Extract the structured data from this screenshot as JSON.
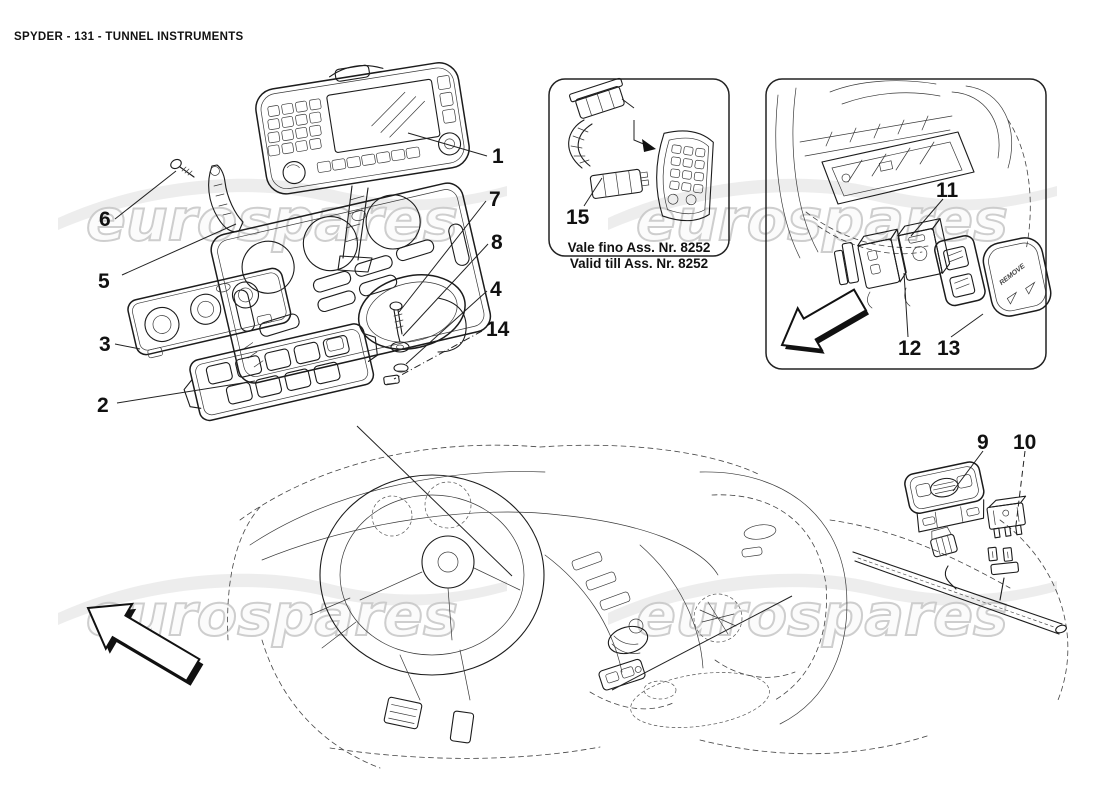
{
  "title": "SPYDER - 131 - TUNNEL INSTRUMENTS",
  "watermark": {
    "text": "eurospares"
  },
  "callouts": {
    "n1": "1",
    "n2": "2",
    "n3": "3",
    "n4": "4",
    "n5": "5",
    "n6": "6",
    "n7": "7",
    "n8": "8",
    "n9": "9",
    "n10": "10",
    "n11": "11",
    "n12": "12",
    "n13": "13",
    "n14": "14",
    "n15": "15"
  },
  "inset_note": {
    "line1": "Vale fino Ass. Nr. 8252",
    "line2": "Valid till Ass. Nr. 8252"
  },
  "cover_label": "REMOVE",
  "colors": {
    "line": "#1c1c1c",
    "background": "#ffffff",
    "watermark_stroke": "#c9c9c9",
    "watermark_fill": "#fbfbfb",
    "swoosh": "#e9e9e9"
  }
}
